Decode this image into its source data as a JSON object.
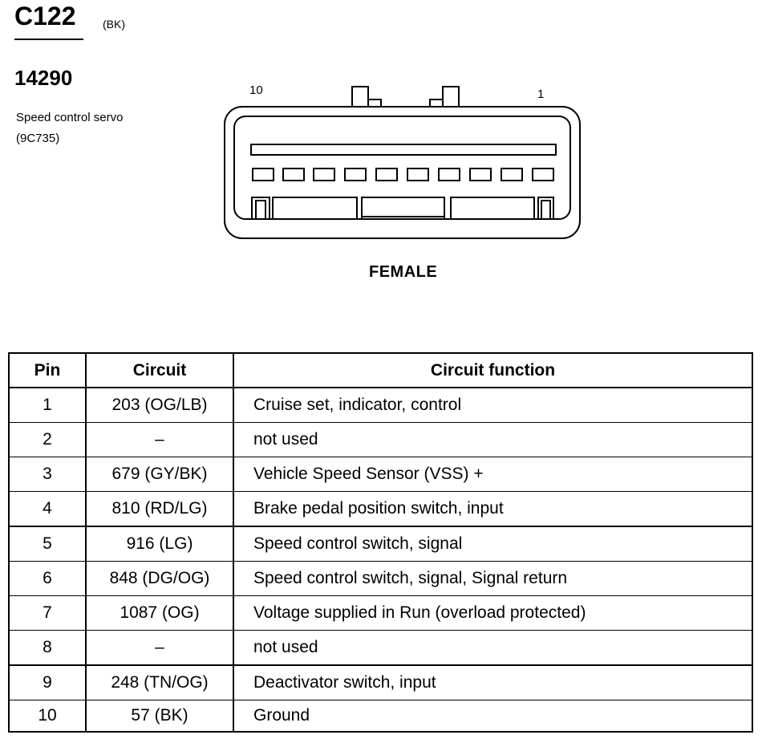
{
  "connector": {
    "id": "C122",
    "color": "(BK)",
    "part_number": "14290",
    "component_name": "Speed control servo",
    "component_code": "(9C735)",
    "pin_label_left": "10",
    "pin_label_right": "1",
    "gender": "FEMALE"
  },
  "table": {
    "headers": {
      "pin": "Pin",
      "circuit": "Circuit",
      "function": "Circuit function"
    },
    "rows": [
      {
        "pin": "1",
        "circuit": "203 (OG/LB)",
        "function": "Cruise set, indicator, control"
      },
      {
        "pin": "2",
        "circuit": "–",
        "function": "not used"
      },
      {
        "pin": "3",
        "circuit": "679 (GY/BK)",
        "function": "Vehicle Speed Sensor (VSS) +"
      },
      {
        "pin": "4",
        "circuit": "810 (RD/LG)",
        "function": "Brake pedal position switch, input"
      },
      {
        "pin": "5",
        "circuit": "916 (LG)",
        "function": "Speed control switch, signal"
      },
      {
        "pin": "6",
        "circuit": "848 (DG/OG)",
        "function": "Speed control switch, signal, Signal return"
      },
      {
        "pin": "7",
        "circuit": "1087 (OG)",
        "function": "Voltage supplied in Run (overload protected)"
      },
      {
        "pin": "8",
        "circuit": "–",
        "function": "not used"
      },
      {
        "pin": "9",
        "circuit": "248 (TN/OG)",
        "function": "Deactivator switch, input"
      },
      {
        "pin": "10",
        "circuit": "57 (BK)",
        "function": "Ground"
      }
    ]
  }
}
